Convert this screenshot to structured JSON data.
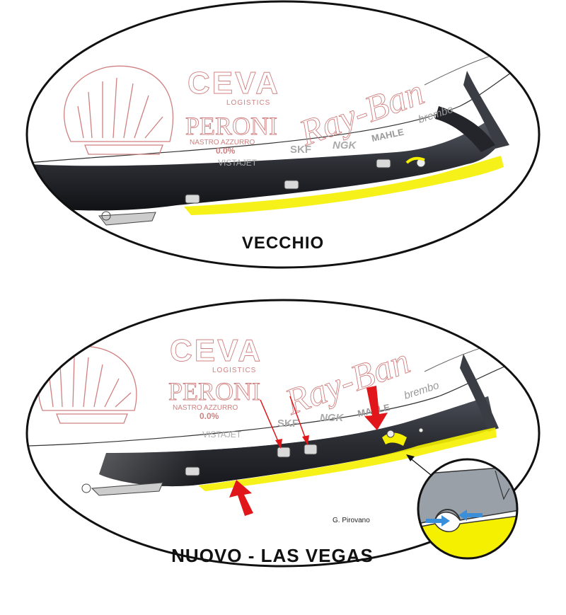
{
  "panels": [
    {
      "caption": "VECCHIO",
      "sponsors": {
        "ceva": "CEVA",
        "ceva_sub": "LOGISTICS",
        "peroni": "PERONI",
        "peroni_sub": "NASTRO AZZURRO",
        "peroni_alc": "0.0%",
        "rayban": "Ray-Ban",
        "brembo": "brembo",
        "mahle": "MAHLE",
        "ngk": "NGK",
        "skf": "SKF",
        "vistajet": "VISTAJET"
      }
    },
    {
      "caption": "NUOVO - LAS VEGAS",
      "sponsors": {
        "ceva": "CEVA",
        "ceva_sub": "LOGISTICS",
        "peroni": "PERONI",
        "peroni_sub": "NASTRO AZZURRO",
        "peroni_alc": "0.0%",
        "rayban": "Ray-Ban",
        "brembo": "brembo",
        "mahle": "MAHLE",
        "ngk": "NGK",
        "skf": "SKF",
        "vistajet": "VISTAJET"
      }
    }
  ],
  "credit": "G. Pirovano",
  "colors": {
    "livery_outline": "#d08080",
    "floor_dark": "#2b2d33",
    "highlight": "#f4f000",
    "arrow": "#e0161b",
    "flow": "#3a8fd8"
  }
}
